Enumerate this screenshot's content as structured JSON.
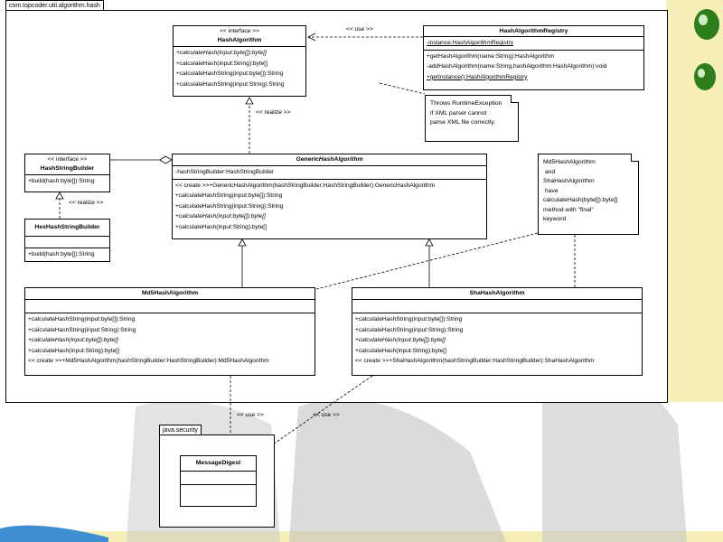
{
  "package_main": {
    "name": "com.topcoder.util.algorithm.hash"
  },
  "package_security": {
    "name": "java.security"
  },
  "classes": {
    "hash_algorithm": {
      "stereotype": "<< interface >>",
      "name": "HashAlgorithm",
      "methods": [
        "+calculateHash(input:byte[]):byte[]",
        "+calculateHash(input:String):byte[]",
        "+calculateHashString(input:byte[]):String",
        "+calculateHashString(input:String):String"
      ]
    },
    "registry": {
      "name": "HashAlgorithmRegistry",
      "attributes": [
        "-instance:HashAlgorithmRegistry"
      ],
      "methods": [
        "+getHashAlgorithm(name:String):HashAlgorithm",
        "-addHashAlgorithm(name:String,hashAlgorithm:HashAlgorithm):void",
        "+getInstance():HashAlgorithmRegistry"
      ]
    },
    "hash_string_builder": {
      "stereotype": "<< interface >>",
      "name": "HashStringBuilder",
      "methods": [
        "+build(hash:byte[]):String"
      ]
    },
    "hex_builder": {
      "name": "HexHashStringBuilder",
      "methods": [
        "+build(hash:byte[]):String"
      ]
    },
    "generic": {
      "name": "GenericHashAlgorithm",
      "attributes": [
        "-hashStringBuilder:HashStringBuilder"
      ],
      "methods": [
        "<< create >>+GenericHashAlgorithm(hashStringBuilder:HashStringBuilder):GenericHashAlgorithm",
        "+calculateHashString(input:byte[]):String",
        "+calculateHashString(input:String):String",
        "+calculateHash(input:byte[]):byte[]",
        "+calculateHash(input:String):byte[]"
      ]
    },
    "md5": {
      "name": "Md5HashAlgorithm",
      "methods": [
        "+calculateHashString(input:byte[]):String",
        "+calculateHashString(input:String):String",
        "+calculateHash(input:byte[]):byte[]",
        "+calculateHash(input:String):byte[]",
        "<< create >>+Md5HashAlgorithm(hashStringBuilder:HashStringBuilder):Md5HashAlgorithm"
      ]
    },
    "sha": {
      "name": "ShaHashAlgorithm",
      "methods": [
        "+calculateHashString(input:byte[]):String",
        "+calculateHashString(input:String):String",
        "+calculateHash(input:byte[]):byte[]",
        "+calculateHash(input:String):byte[]",
        "<< create >>+ShaHashAlgorithm(hashStringBuilder:HashStringBuilder):ShaHashAlgorithm"
      ]
    },
    "message_digest": {
      "name": "MessageDigest"
    }
  },
  "notes": {
    "registry_note": [
      "Throws RuntimeException",
      "if XML parser cannot",
      "parse XML file correctly."
    ],
    "final_note": [
      "Md5HashAlgorithm",
      " and",
      "ShaHashAlgorithm",
      " have",
      "calculateHash(byte[]):byte[]",
      "method with \"final\"",
      "keyword"
    ]
  },
  "labels": {
    "use_registry": "<< use >>",
    "realize_generic": "<< realize >>",
    "realize_hex": "<< realize >>",
    "use_md5": "<< use >>",
    "use_sha": "<< use >>"
  },
  "colors": {
    "line": "#000000",
    "accent_green": "#2e7d1b",
    "bg_yellow": "#f6f0b8",
    "bg_gray": "#b0b0b0",
    "bg_blue": "#3d8fd1"
  }
}
